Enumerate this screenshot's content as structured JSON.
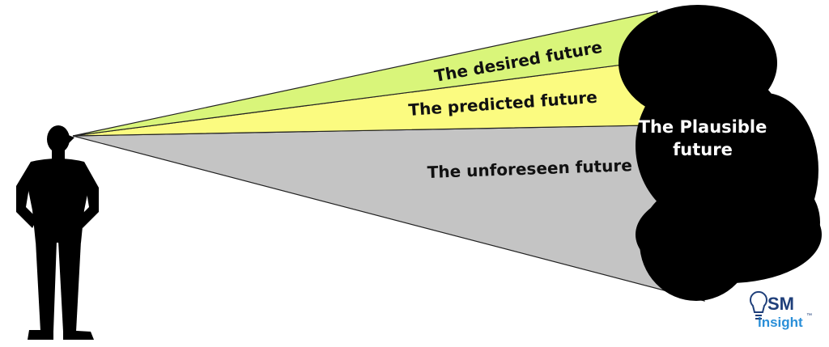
{
  "diagram": {
    "bands": {
      "desired": {
        "label": "The desired future",
        "color": "#d9f57a"
      },
      "predicted": {
        "label": "The predicted future",
        "color": "#fbfb80"
      },
      "unforeseen": {
        "label": "The unforeseen future",
        "color": "#c4c4c4"
      }
    },
    "plausible": {
      "line1": "The Plausible",
      "line2": "future",
      "color": "#000000"
    },
    "silhouette_color": "#000000"
  },
  "logo": {
    "top": "SM",
    "bottom": "insight",
    "tm": "™",
    "color": "#1f3f7a",
    "accent": "#2a8fd8"
  }
}
